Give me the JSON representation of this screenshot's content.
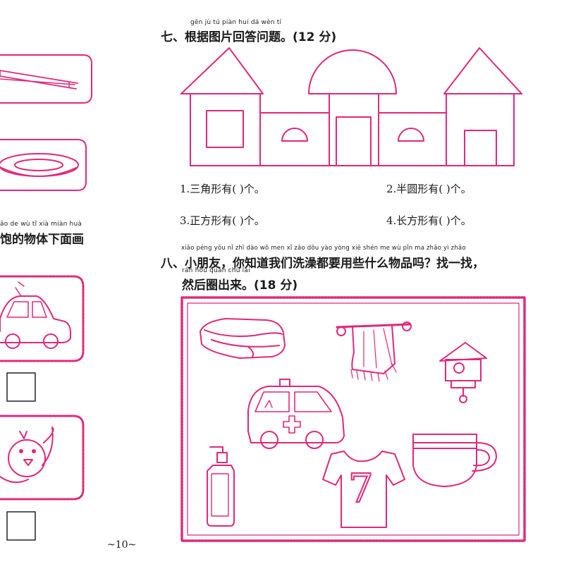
{
  "colors": {
    "accent": "#e0287a"
  },
  "left_column": {
    "pinyin": "ǎo de wù tǐ xià miàn huà",
    "text": "饱的物体下面画"
  },
  "section7": {
    "pinyin": "gēn jù tú piàn huí dá wèn tí",
    "title": "七、根据图片回答问题。(12 分)",
    "questions": [
      {
        "text": "1.三角形有(    )个。"
      },
      {
        "text": "2.半圆形有(    )个。"
      },
      {
        "text": "3.正方形有(    )个。"
      },
      {
        "text": "4.长方形有(    )个。"
      }
    ]
  },
  "section8": {
    "pinyin_line1": "xiǎo péng yǒu    nǐ  zhī dào wǒ men xǐ  zǎo dōu yào yòng xiē shén me wù pǐn ma     zhǎo yì zhǎo",
    "title_line1": "八、小朋友，你知道我们洗澡都要用些什么物品吗？找一找，",
    "pinyin_line2": "rán hòu quān chū lái",
    "title_line2": "然后圈出来。(18 分)",
    "shirt_number": "7"
  },
  "page_number": "~10~"
}
